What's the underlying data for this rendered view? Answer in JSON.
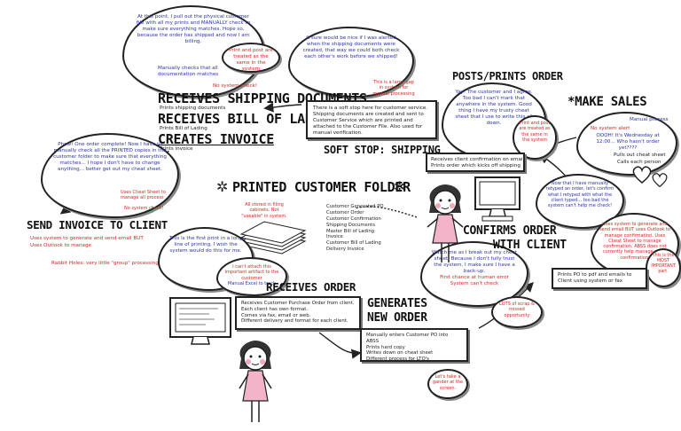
{
  "stages": {
    "receives_shipping": {
      "title_lines": [
        "RECEIVES SHIPPING DOCUMENTS",
        "RECEIVES BILL OF LADING",
        "CREATES INVOICE"
      ],
      "sub1": "Prints shipping documents",
      "sub2": "Prints Bill of Lading",
      "sub3": "Prints invoice"
    },
    "soft_stop": {
      "box_text": "There is a soft stop here for customer service. Shipping documents are created and sent to Customer Service which are printed and attached to the Customer File. Also used for manual verification.",
      "label": "SOFT STOP: SHIPPING"
    },
    "posts_prints": {
      "title": "POSTS/PRINTS ORDER",
      "box_lines": [
        "Receives client confirmation on email",
        "Prints order which kicks off shipping"
      ]
    },
    "make_sales": {
      "title": "*MAKE SALES"
    },
    "printed_folder": {
      "title": "PRINTED CUSTOMER FOLDER",
      "stored_note": "All stored in filing cabinets. Not \"useable\" in system.",
      "contents": [
        "Customer Generated PO",
        "Customer Order",
        "Customer Confirmation",
        "Shipping Documents",
        "Master Bill of Lading",
        "Invoice",
        "Customer Bill of Lading",
        "Delivery Invoice"
      ]
    },
    "send_invoice": {
      "title": "SEND INVOICE TO CLIENT",
      "desc_lines": [
        "Uses system to generate and send email BUT",
        "Uses Outlook to manage"
      ],
      "note": "Rabbit Holes: very little \"group\" processing"
    },
    "confirms_order": {
      "title_lines": [
        "CONFIRMS ORDER",
        "WITH CLIENT"
      ],
      "box_text": "Prints PO to pdf and emails to Client using system or fax"
    },
    "receives_order": {
      "title": "RECEIVES ORDER",
      "box_lines": [
        "Receives Customer Purchase Order from client.",
        "Each client has own format.",
        "Comes via fax, email or web.",
        "Different delivery and format for each client."
      ]
    },
    "generates_order": {
      "title_lines": [
        "GENERATES",
        "NEW ORDER"
      ],
      "box_lines": [
        "Manually enters Customer PO into ABSS",
        "Prints hard copy",
        "Writes down on cheat sheet",
        "Different process for LTO's"
      ]
    }
  },
  "clouds": {
    "top_left": {
      "text": "At this point, I pull out the physical customer file with all my prints and MANUALLY check to make sure everything matches. Hope so, because the order has shipped and now I am billing.",
      "red_lines": [
        "Print and post are treated as the same in the system",
        "No system check!"
      ],
      "blue_note": "Manually checks that all documentation matches"
    },
    "top_middle": {
      "text": "It sure would be nice if I was alerted when the shipping documents were created, that way we could both check each other's work before we shipped!",
      "red_note": "This is a large gap in system for manual processing"
    },
    "posts_cloud": {
      "text": "Yay! The customer and I agree. Too bad I can't mark that anywhere in the system. Good thing I have my trusty cheat sheet that I use to write this all down.",
      "red_note": "Print and post are treated as the same in the system"
    },
    "make_sales_cloud": {
      "blue_right": "Manual process",
      "red_line": "No system alert",
      "text": "OOOH! It's Wednesday at 12:00... Who hasn't order yet????",
      "small_lines": [
        "Pulls out cheat sheet",
        "Calls each person"
      ]
    },
    "confirm_cloud": {
      "text": "Now that I have manually retyped an order, let's confirm what I retyped with what the client typed... too bad the system can't help me check!",
      "red_text": "Uses system to generate and send email BUT uses Outlook to manage confirmation. Uses Cheat Sheet to manage confirmation. ABSS does not currently help manage client confirmation.",
      "red_note": "This is the MOST IMPORTANT part."
    },
    "send_invoice_cloud": {
      "text": "Phew! One order complete! Now I have to manually check all the PRINTED copies in the customer folder to make sure that everything matches... I hope I don't have to change anything... better get out my cheat sheet.",
      "red_note": "Uses Cheat Sheet to manage all process",
      "red_note2": "No system check!"
    },
    "receives_cloud": {
      "text": "This is the first print in a long line of printing. I wish the system would do this for me.",
      "red_note": "I can't attach this important artifact to the customer",
      "blue_note": "Manual Excel to track"
    },
    "generates_cloud": {
      "text": "Watch me as I break out my cheat sheet. Because I don't fully trust the system, I make sure I have a back-up.",
      "red_lines": [
        "First chance at human error",
        "System can't check"
      ],
      "red_note": "LOTS of scrap & missed opportunity",
      "bubble": "Let's take a gander at the screen."
    }
  }
}
